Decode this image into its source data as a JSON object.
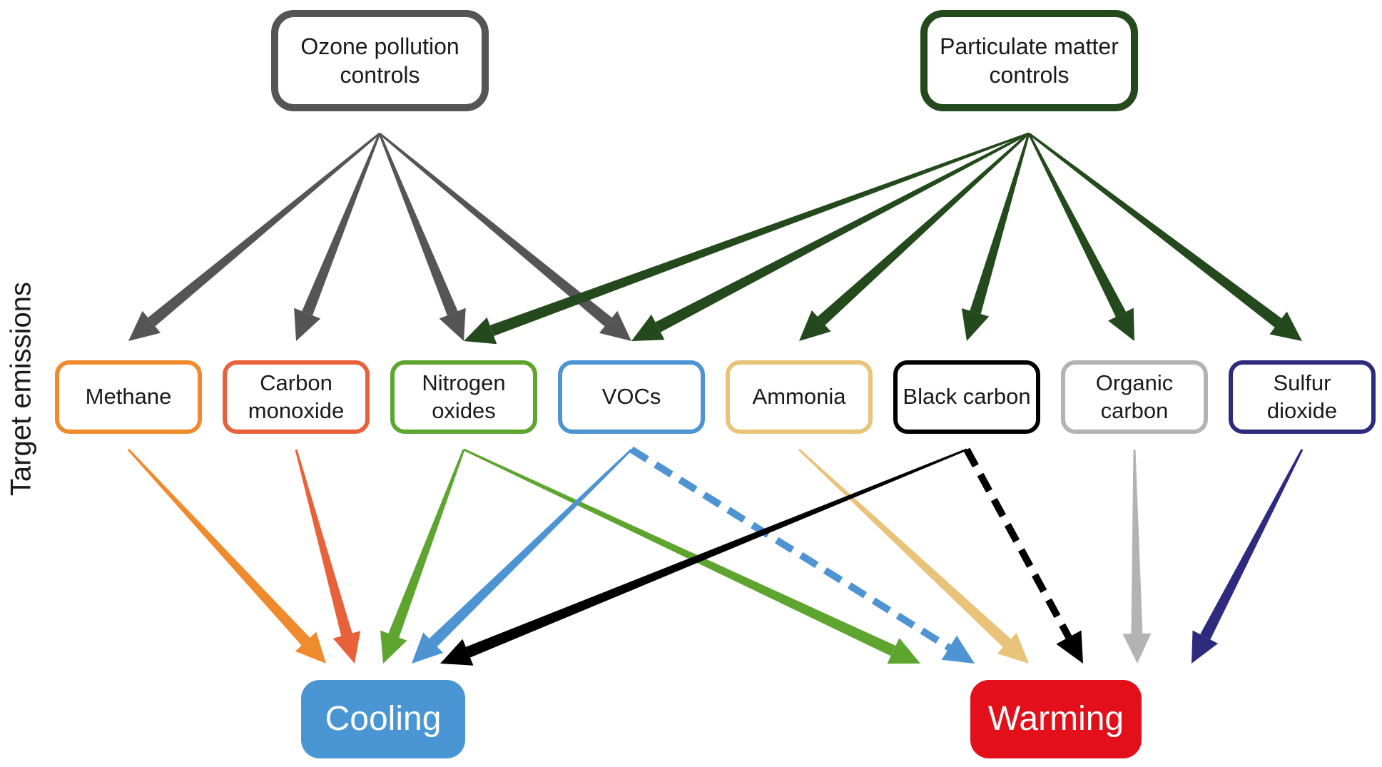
{
  "axis_label": "Target emissions",
  "controls": [
    {
      "id": "ozone",
      "label": "Ozone pollution controls",
      "color": "#555555"
    },
    {
      "id": "pm",
      "label": "Particulate matter controls",
      "color": "#23491c"
    }
  ],
  "emissions": [
    {
      "id": "methane",
      "label": "Methane",
      "color": "#ef8a2d"
    },
    {
      "id": "co",
      "label": "Carbon monoxide",
      "color": "#e9613a"
    },
    {
      "id": "nox",
      "label": "Nitrogen oxides",
      "color": "#5da52f"
    },
    {
      "id": "vocs",
      "label": "VOCs",
      "color": "#4e94d3"
    },
    {
      "id": "ammonia",
      "label": "Ammonia",
      "color": "#e9c37a"
    },
    {
      "id": "bc",
      "label": "Black carbon",
      "color": "#000000"
    },
    {
      "id": "oc",
      "label": "Organic carbon",
      "color": "#b3b3b3"
    },
    {
      "id": "so2",
      "label": "Sulfur dioxide",
      "color": "#2e2b7f"
    }
  ],
  "outcomes": [
    {
      "id": "cooling",
      "label": "Cooling",
      "color": "#4a96d4"
    },
    {
      "id": "warming",
      "label": "Warming",
      "color": "#e3101b"
    }
  ],
  "links": [
    {
      "from": "ozone",
      "to": "methane"
    },
    {
      "from": "ozone",
      "to": "co"
    },
    {
      "from": "ozone",
      "to": "nox"
    },
    {
      "from": "ozone",
      "to": "vocs"
    },
    {
      "from": "pm",
      "to": "nox"
    },
    {
      "from": "pm",
      "to": "vocs"
    },
    {
      "from": "pm",
      "to": "ammonia"
    },
    {
      "from": "pm",
      "to": "bc"
    },
    {
      "from": "pm",
      "to": "oc"
    },
    {
      "from": "pm",
      "to": "so2"
    },
    {
      "from": "methane",
      "to": "cooling"
    },
    {
      "from": "co",
      "to": "cooling"
    },
    {
      "from": "nox",
      "to": "cooling"
    },
    {
      "from": "nox",
      "to": "warming"
    },
    {
      "from": "vocs",
      "to": "cooling"
    },
    {
      "from": "vocs",
      "to": "warming",
      "style": "dashed"
    },
    {
      "from": "ammonia",
      "to": "warming"
    },
    {
      "from": "bc",
      "to": "cooling"
    },
    {
      "from": "bc",
      "to": "warming",
      "style": "dashed"
    },
    {
      "from": "oc",
      "to": "warming"
    },
    {
      "from": "so2",
      "to": "warming"
    }
  ]
}
